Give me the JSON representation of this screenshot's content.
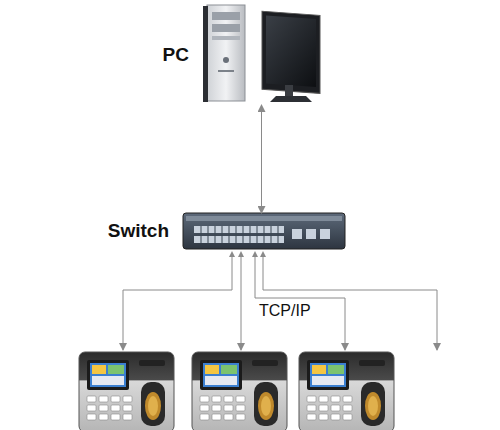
{
  "diagram": {
    "nodes": [
      {
        "text": [
          "PC"
        ]
      },
      {
        "text": [
          "Switch"
        ]
      }
    ],
    "edges": [
      {
        "from": 0,
        "to": 1,
        "arrow": "both"
      }
    ],
    "labels": [
      "TCP/IP"
    ]
  }
}
